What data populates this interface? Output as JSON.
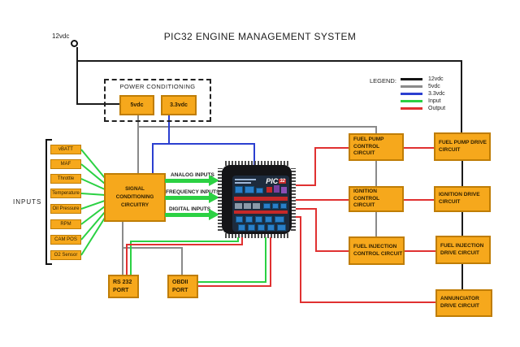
{
  "title": "PIC32 ENGINE MANAGEMENT SYSTEM",
  "power": {
    "source_label": "12vdc",
    "section_label": "POWER CONDITIONING",
    "regulators": [
      {
        "label": "5vdc"
      },
      {
        "label": "3.3vdc"
      }
    ]
  },
  "legend": {
    "title": "LEGEND:",
    "items": [
      {
        "label": "12vdc",
        "color": "#141414"
      },
      {
        "label": "5vdc",
        "color": "#8a8a8a"
      },
      {
        "label": "3.3vdc",
        "color": "#2b3fd0"
      },
      {
        "label": "Input",
        "color": "#2bd143"
      },
      {
        "label": "Output",
        "color": "#e03131"
      }
    ]
  },
  "inputs": {
    "group_label": "INPUTS",
    "sensors": [
      {
        "label": "vBATT"
      },
      {
        "label": "MAF"
      },
      {
        "label": "Throttle"
      },
      {
        "label": "Temperature"
      },
      {
        "label": "Oil Pressure"
      },
      {
        "label": "RPM"
      },
      {
        "label": "CAM POS"
      },
      {
        "label": "O2 Sensor"
      }
    ]
  },
  "signal_conditioning": {
    "label": "SIGNAL CONDITIONING CIRCUITRY"
  },
  "chip_buses": [
    {
      "label": "ANALOG INPUTS"
    },
    {
      "label": "FREQUENCY INPUTS"
    },
    {
      "label": "DIGITAL INPUTS"
    }
  ],
  "chip": {
    "logo_text": "PIC",
    "logo_number": "32"
  },
  "ports": [
    {
      "label": "RS 232 PORT"
    },
    {
      "label": "OBDII PORT"
    }
  ],
  "output_circuits": {
    "control": [
      {
        "label": "FUEL PUMP CONTROL CIRCUIT"
      },
      {
        "label": "IGNITION CONTROL CIRCUIT"
      },
      {
        "label": "FUEL INJECTION CONTROL CIRCUIT"
      }
    ],
    "drive": [
      {
        "label": "FUEL PUMP DRIVE CIRCUIT"
      },
      {
        "label": "IGNITION DRIVE CIRCUIT"
      },
      {
        "label": "FUEL INJECTION DRIVE CIRCUIT"
      },
      {
        "label": "ANNUNCIATOR DRIVE CIRCUIT"
      }
    ]
  }
}
